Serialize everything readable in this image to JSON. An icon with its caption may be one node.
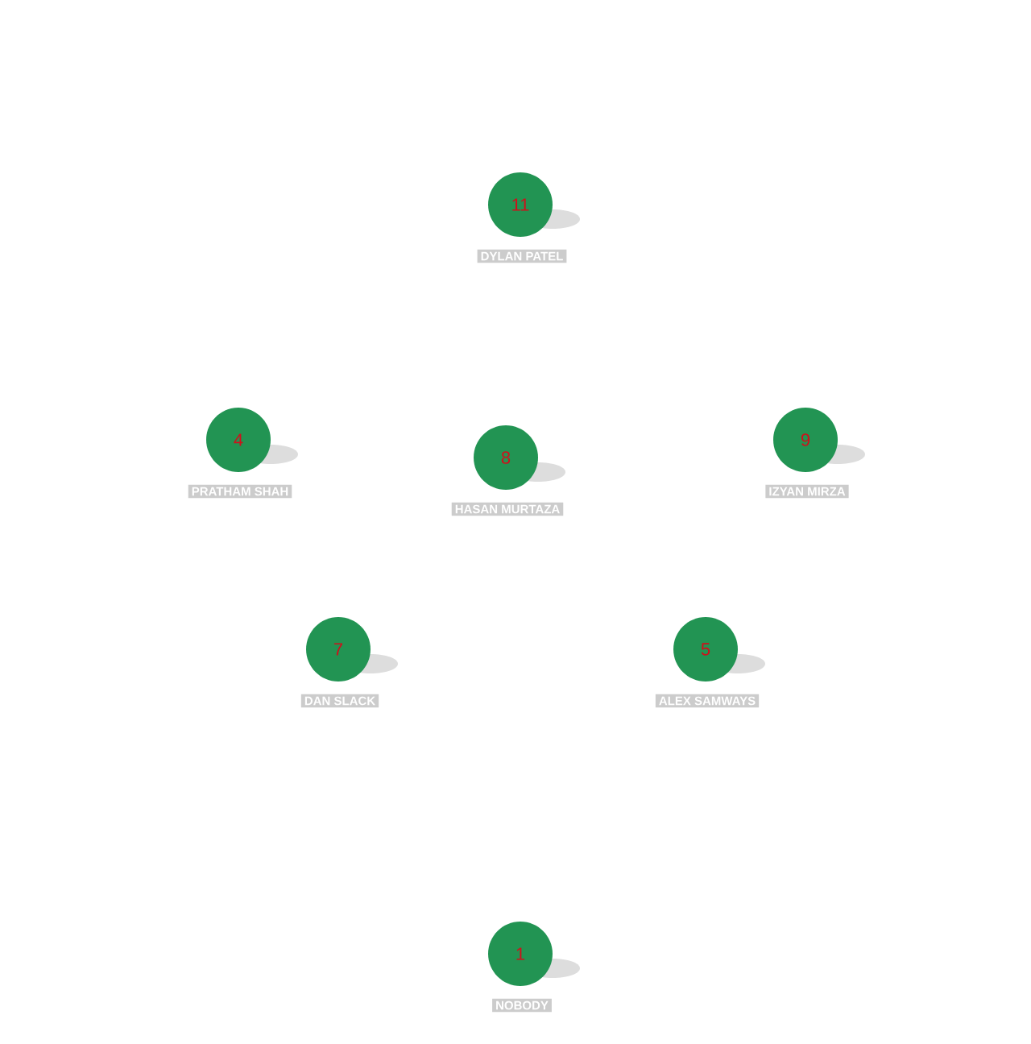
{
  "diagram": {
    "nodes": [
      {
        "text": [
          "11"
        ],
        "beside": [
          "DYLAN PATEL"
        ]
      },
      {
        "text": [
          "4"
        ],
        "beside": [
          "PRATHAM SHAH"
        ]
      },
      {
        "text": [
          "8"
        ],
        "beside": [
          "HASAN MURTAZA"
        ]
      },
      {
        "text": [
          "9"
        ],
        "beside": [
          "IZYAN MIRZA"
        ]
      },
      {
        "text": [
          "7"
        ],
        "beside": [
          "DAN SLACK"
        ]
      },
      {
        "text": [
          "5"
        ],
        "beside": [
          "ALEX SAMWAYS"
        ]
      },
      {
        "text": [
          "1"
        ],
        "beside": [
          "NOBODY"
        ]
      }
    ]
  }
}
